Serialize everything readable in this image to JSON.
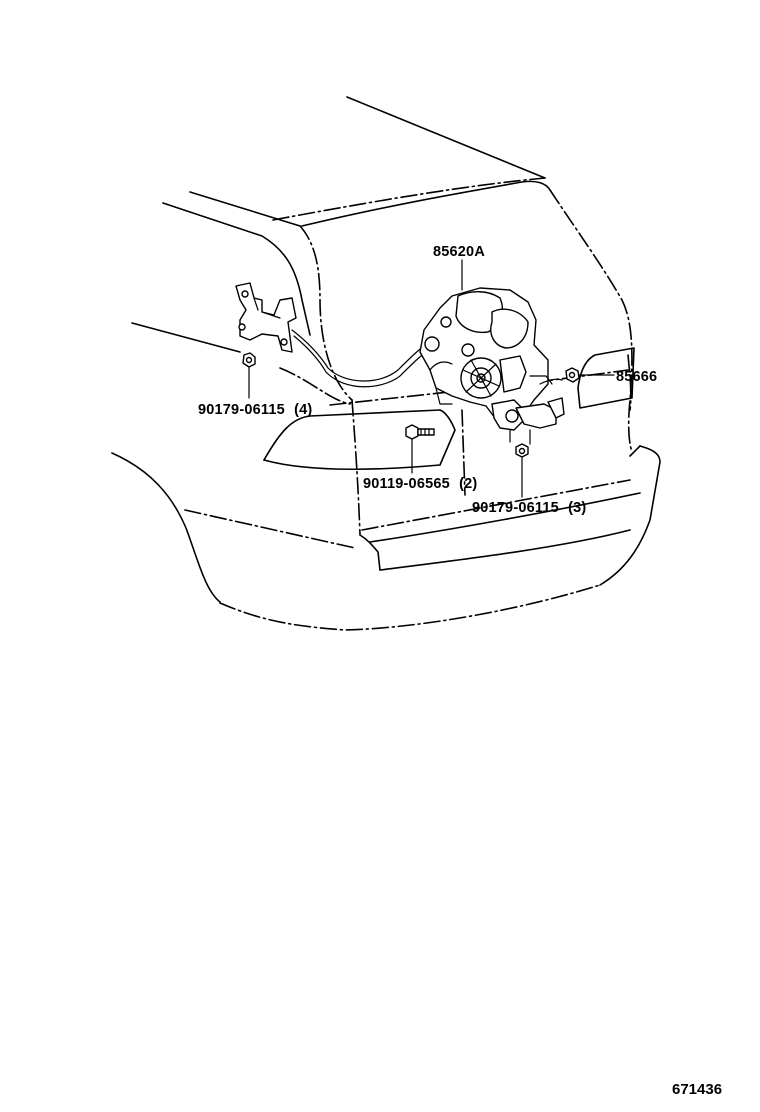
{
  "figure_id": "671436",
  "callouts": [
    {
      "id": "actuator",
      "part_number": "85620A"
    },
    {
      "id": "nut-right",
      "part_number": "85666"
    },
    {
      "id": "nut-left",
      "part_number": "90179-06115",
      "quantity": "(4)"
    },
    {
      "id": "bolt",
      "part_number": "90119-06565",
      "quantity": "(2)"
    },
    {
      "id": "nut-lower",
      "part_number": "90179-06115",
      "quantity": "(3)"
    }
  ]
}
